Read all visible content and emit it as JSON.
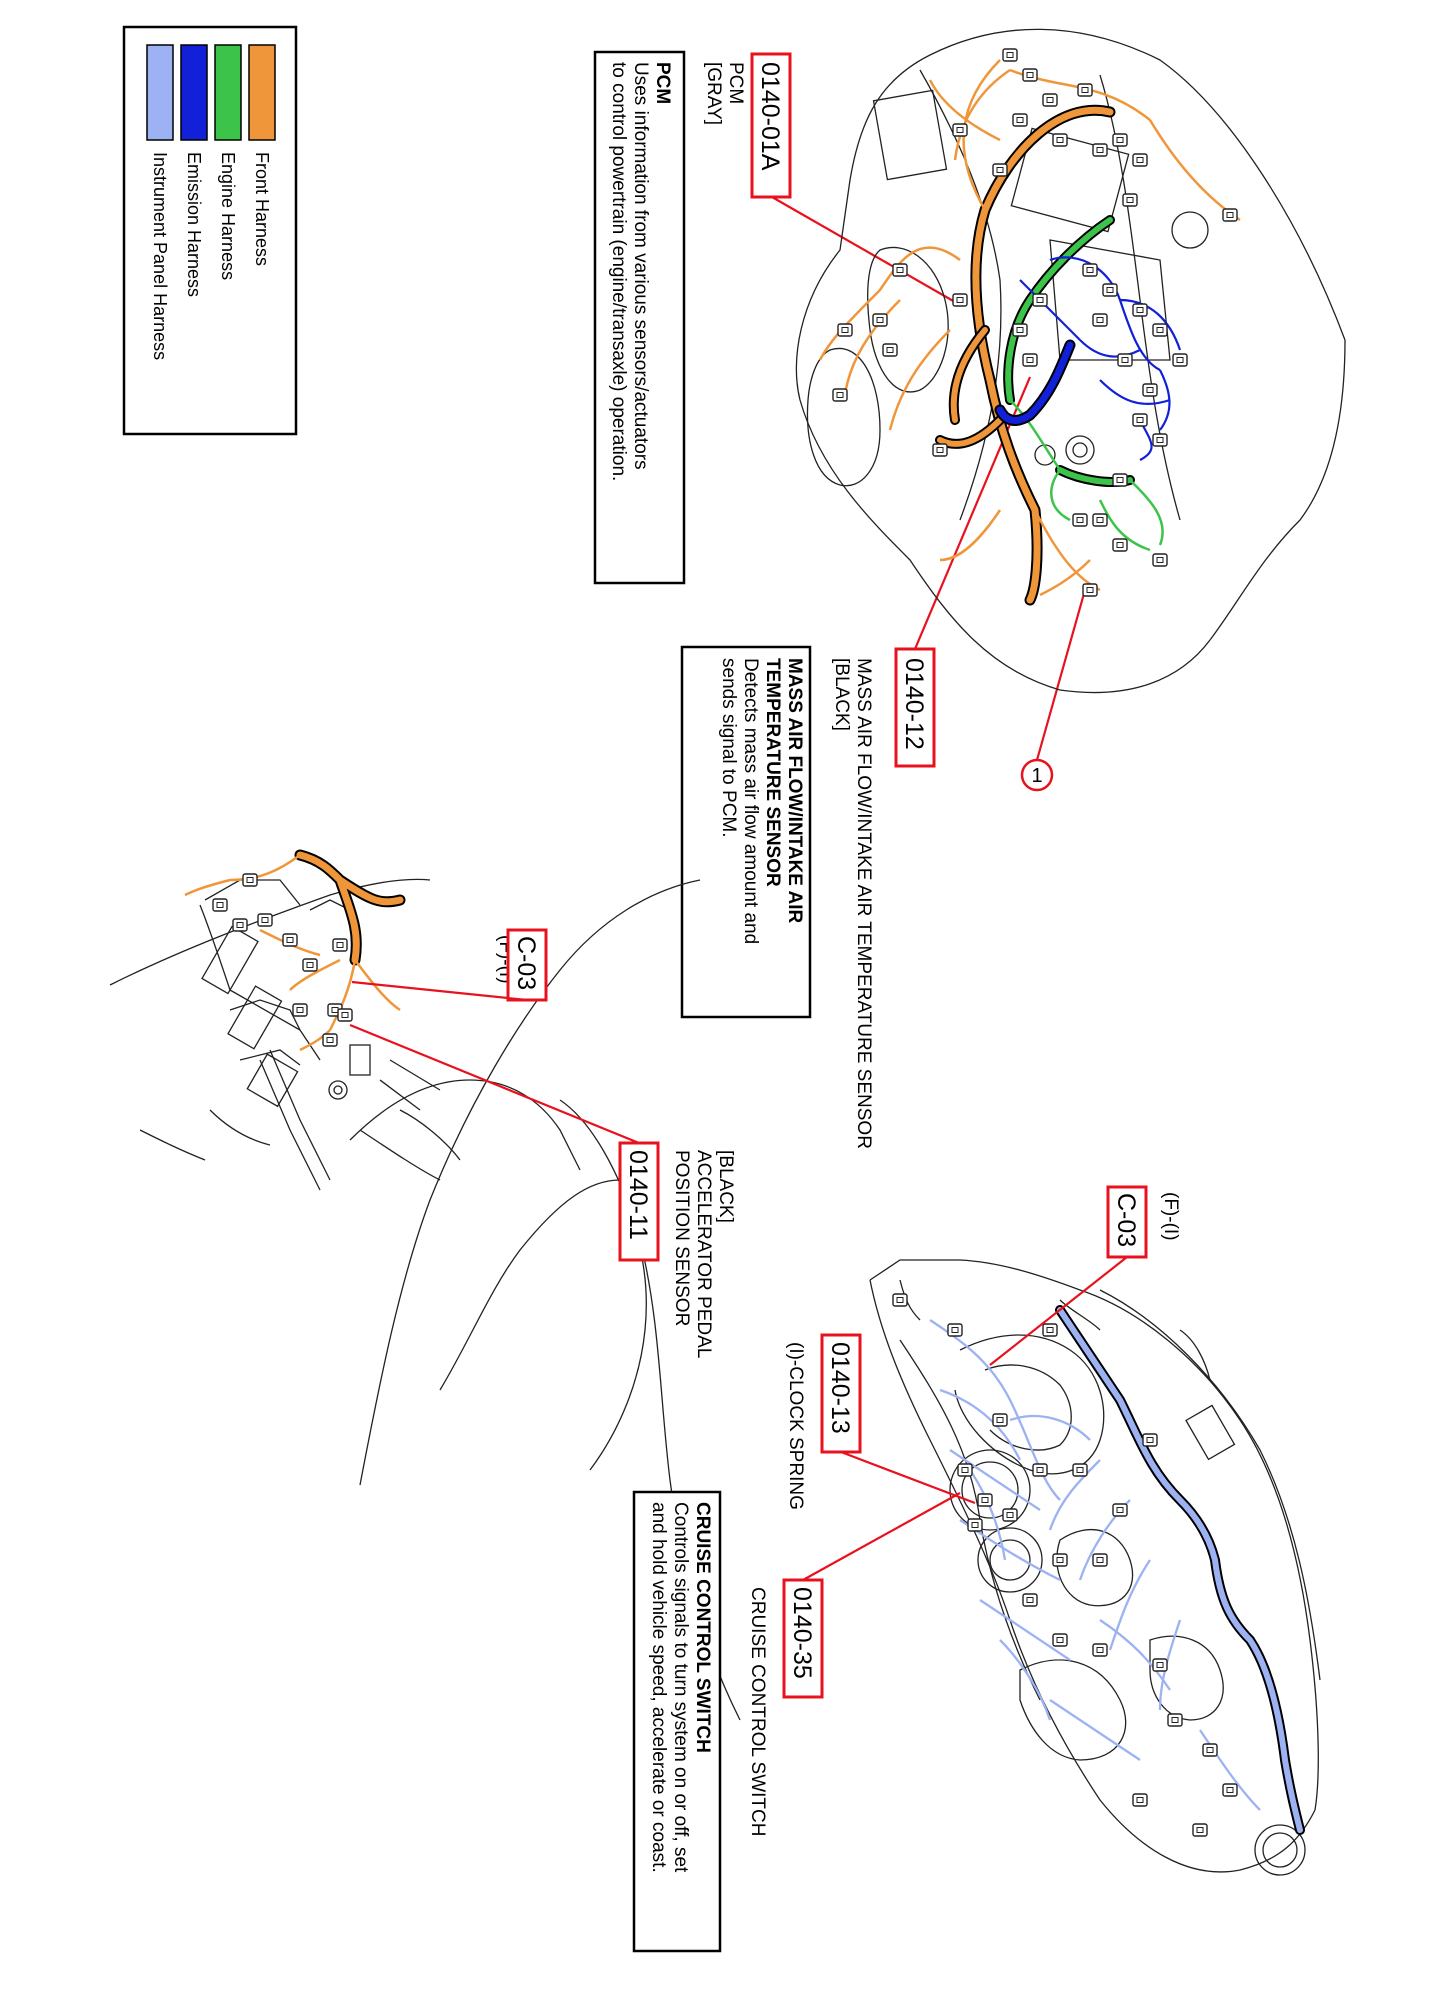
{
  "colors": {
    "front_harness": "#f0963a",
    "engine_harness": "#3cc44a",
    "emission_harness": "#1220d8",
    "instrument_panel_harness": "#9db2f2",
    "callout": "#e8111e"
  },
  "legend": {
    "items": [
      {
        "label": "Front Harness",
        "color": "#f0963a"
      },
      {
        "label": "Engine Harness",
        "color": "#3cc44a"
      },
      {
        "label": "Emission Harness",
        "color": "#1220d8"
      },
      {
        "label": "Instrument Panel Harness",
        "color": "#9db2f2"
      }
    ]
  },
  "callouts": {
    "pcm": {
      "code": "0140-01A",
      "name": "PCM",
      "color": "[GRAY]",
      "desc_title": "PCM",
      "desc_line1": "Uses information from various sensors/actuators",
      "desc_line2": "to control powertrain (engine/transaxle) operation."
    },
    "maf": {
      "code": "0140-12",
      "name": "MASS AIR FLOW/INTAKE AIR TEMPERATURE SENSOR",
      "color": "[BLACK]",
      "desc_title1": "MASS AIR FLOW/INTAKE AIR",
      "desc_title2": "TEMPERATURE SENSOR",
      "desc_line1": "Detects mass air flow amount and",
      "desc_line2": "sends signal to PCM."
    },
    "ground": {
      "number": "1"
    },
    "cpedal": {
      "prefix": "(F)-(I)",
      "code": "C-03"
    },
    "app": {
      "code": "0140-11",
      "color": "[BLACK]",
      "name1": "ACCELERATOR PEDAL",
      "name2": "POSITION SENSOR"
    },
    "cpanel": {
      "prefix": "(F)-(I)",
      "code": "C-03"
    },
    "clock": {
      "code": "0140-13",
      "name": "(I)-CLOCK SPRING"
    },
    "cruise": {
      "code": "0140-35",
      "name": "CRUISE CONTROL SWITCH",
      "desc_title": "CRUISE CONTROL SWITCH",
      "desc_line1": "Controls signals to turn system on or off, set",
      "desc_line2": "and hold vehicle speed, accelerate or coast."
    }
  }
}
